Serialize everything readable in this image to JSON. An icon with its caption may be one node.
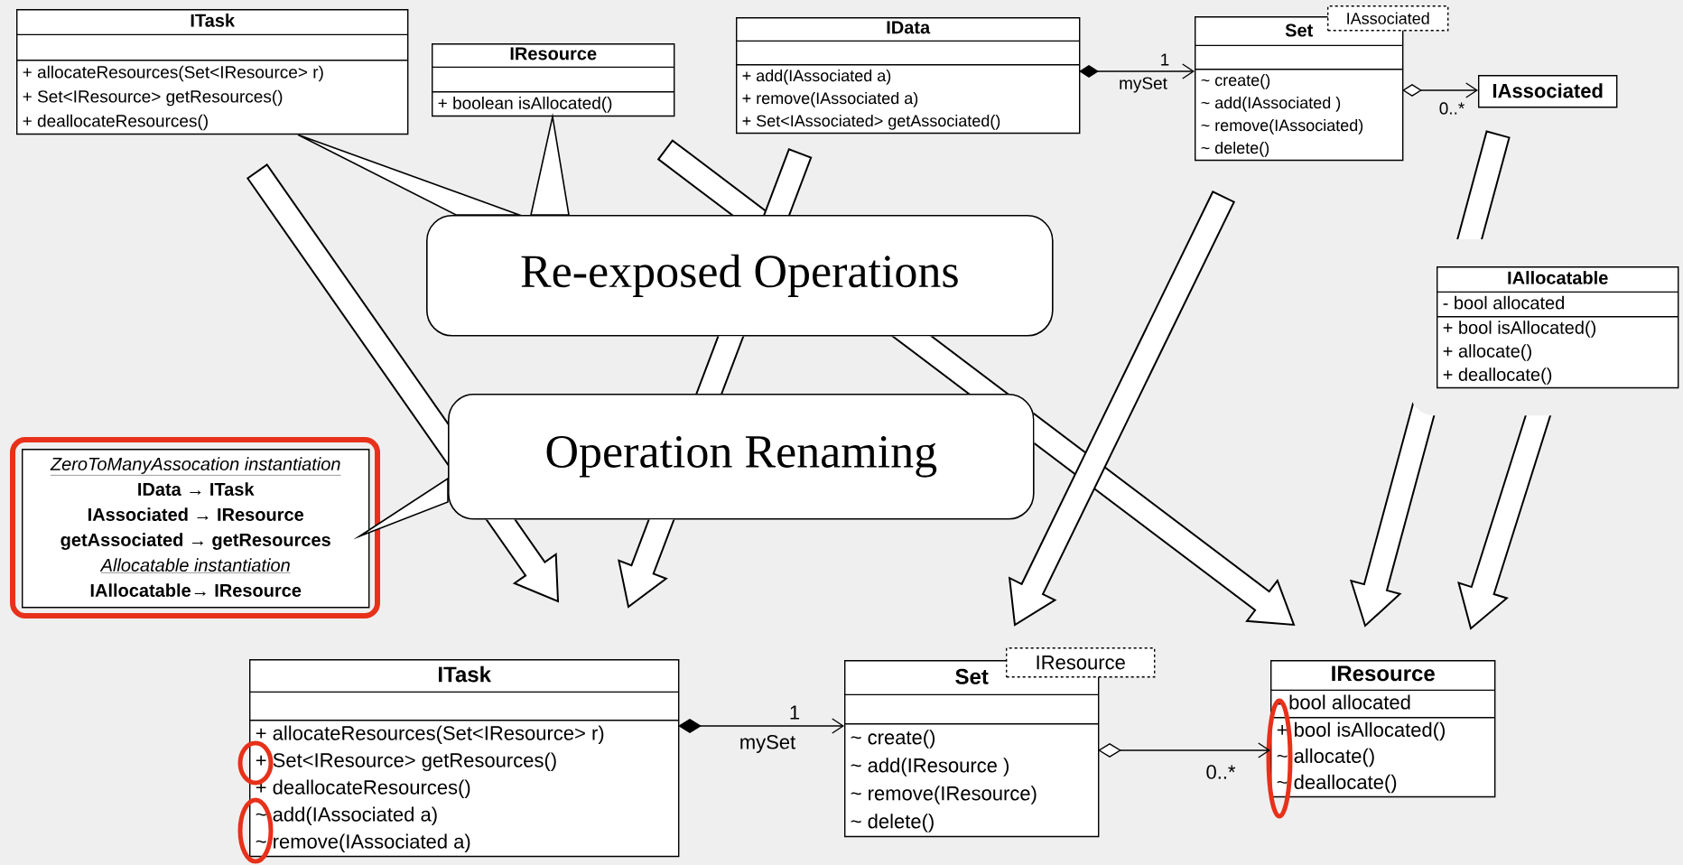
{
  "diagram": {
    "nodes": [
      {
        "text": [
          "ITask",
          "+ allocateResources(Set<IResource> r)",
          "+ Set<IResource> getResources()",
          "+ deallocateResources()"
        ]
      },
      {
        "text": [
          "IResource",
          "+ boolean isAllocated()"
        ]
      },
      {
        "text": [
          "IData",
          "+ add(IAssociated a)",
          "+ remove(IAssociated a)",
          "+ Set<IAssociated> getAssociated()"
        ]
      },
      {
        "text": [
          "Set",
          "~ create()",
          "~ add(IAssociated )",
          "~ remove(IAssociated)",
          "~ delete()"
        ]
      },
      {
        "text": [
          "IAssociated"
        ]
      },
      {
        "text": [
          "IAssociated"
        ]
      },
      {
        "text": [
          "IAllocatable",
          "- bool allocated",
          "+ bool isAllocated()",
          "+ allocate()",
          "+ deallocate()"
        ]
      },
      {
        "text": [
          "Re-exposed Operations"
        ]
      },
      {
        "text": [
          "ZeroToManyAssocation instantiation",
          "IData → ITask",
          "IAssociated → IResource",
          "getAssociated → getResources",
          "Allocatable instantiation",
          "IAllocatable→ IResource"
        ]
      },
      {
        "text": [
          "Operation Renaming"
        ]
      },
      {
        "text": [
          "ITask",
          "+ allocateResources(Set<IResource> r)",
          "+ Set<IResource> getResources()",
          "+ deallocateResources()",
          "~ add(IAssociated a)",
          "~ remove(IAssociated a)"
        ]
      },
      {
        "text": [
          "Set",
          "~ create()",
          "~ add(IResource )",
          "~ remove(IResource)",
          "~ delete()"
        ]
      },
      {
        "text": [
          "IResource"
        ]
      },
      {
        "text": [
          "IResource",
          "- bool allocated",
          "+ bool isAllocated()",
          "~ allocate()",
          "~ deallocate()"
        ]
      }
    ],
    "edges": [
      {
        "from": 2,
        "to": 3,
        "arrow": "to",
        "label": "mySet"
      },
      {
        "from": 3,
        "to": 5,
        "arrow": "to",
        "label": "0..*"
      },
      {
        "from": 10,
        "to": 11,
        "arrow": "to",
        "label": "mySet"
      },
      {
        "from": 11,
        "to": 13,
        "arrow": "to",
        "label": "0..*"
      },
      {
        "from": 7,
        "to": 0,
        "arrow": "none"
      },
      {
        "from": 7,
        "to": 1,
        "arrow": "none"
      },
      {
        "from": 9,
        "to": 8,
        "arrow": "none"
      },
      {
        "from": 0,
        "to": 10,
        "arrow": "to",
        "style": "thick"
      },
      {
        "from": 1,
        "to": 13,
        "arrow": "to",
        "style": "thick"
      },
      {
        "from": 2,
        "to": 10,
        "arrow": "to",
        "style": "thick"
      },
      {
        "from": 3,
        "to": 11,
        "arrow": "to",
        "style": "thick"
      },
      {
        "from": 5,
        "to": 13,
        "arrow": "to",
        "style": "thick"
      },
      {
        "from": 6,
        "to": 13,
        "arrow": "to",
        "style": "thick"
      }
    ],
    "labels": [
      "1",
      "1"
    ]
  }
}
